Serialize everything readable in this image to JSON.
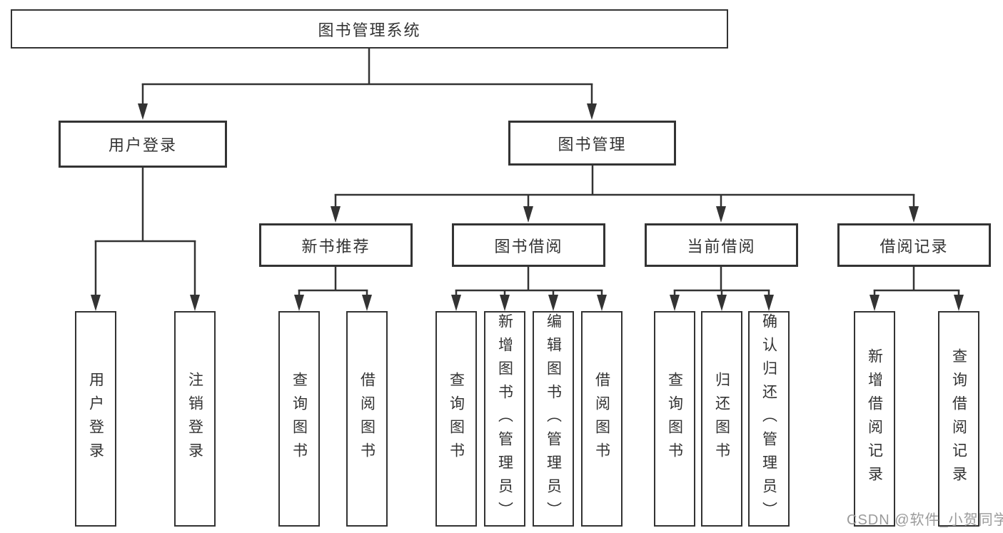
{
  "diagram": {
    "root": {
      "label": "图书管理系统"
    },
    "level2": [
      {
        "id": "user_login",
        "label": "用户登录"
      },
      {
        "id": "book_management",
        "label": "图书管理"
      }
    ],
    "level3": [
      {
        "id": "new_book_recommend",
        "label": "新书推荐"
      },
      {
        "id": "book_borrow",
        "label": "图书借阅"
      },
      {
        "id": "current_borrow",
        "label": "当前借阅"
      },
      {
        "id": "borrow_records",
        "label": "借阅记录"
      }
    ],
    "leaves": {
      "user_login": [
        "用户登录",
        "注销登录"
      ],
      "new_book_recommend": [
        "查询图书",
        "借阅图书"
      ],
      "book_borrow": [
        "查询图书",
        "新增图书（管理员）",
        "编辑图书（管理员）",
        "借阅图书"
      ],
      "current_borrow": [
        "查询图书",
        "归还图书",
        "确认归还（管理员）"
      ],
      "borrow_records": [
        "新增借阅记录",
        "查询借阅记录"
      ]
    }
  },
  "watermark": {
    "text": "CSDN @软件_小贺同学"
  },
  "colors": {
    "line": "#333333",
    "box_fill": "#ffffff",
    "text": "#333333",
    "watermark": "#9b9b9b",
    "background": "#ffffff"
  }
}
